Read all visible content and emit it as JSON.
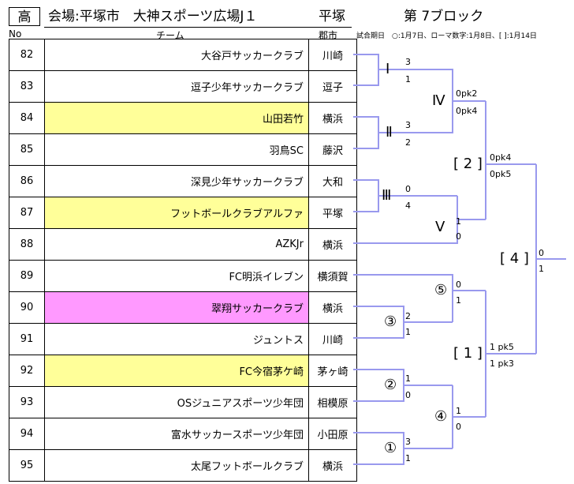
{
  "header": {
    "category": "高",
    "venue": "会場:平塚市　大神スポーツ広場J１",
    "city": "平塚",
    "block": "第 7ブロック",
    "col_no": "No",
    "col_team": "チーム",
    "col_city": "郡市",
    "legend": "試合期日　○:1月7日、ローマ数字:1月8日、[ ]:1月14日"
  },
  "teams": [
    {
      "no": "82",
      "name": "大谷戸サッカークラブ",
      "city": "川崎",
      "highlight": ""
    },
    {
      "no": "83",
      "name": "逗子少年サッカークラブ",
      "city": "逗子",
      "highlight": ""
    },
    {
      "no": "84",
      "name": "山田若竹",
      "city": "横浜",
      "highlight": "yellow"
    },
    {
      "no": "85",
      "name": "羽鳥SC",
      "city": "藤沢",
      "highlight": ""
    },
    {
      "no": "86",
      "name": "深見少年サッカークラブ",
      "city": "大和",
      "highlight": ""
    },
    {
      "no": "87",
      "name": "フットボールクラブアルファ",
      "city": "平塚",
      "highlight": "yellow"
    },
    {
      "no": "88",
      "name": "AZKJr",
      "city": "横浜",
      "highlight": ""
    },
    {
      "no": "89",
      "name": "FC明浜イレブン",
      "city": "横須賀",
      "highlight": ""
    },
    {
      "no": "90",
      "name": "翠翔サッカークラブ",
      "city": "横浜",
      "highlight": "pink"
    },
    {
      "no": "91",
      "name": "ジュントス",
      "city": "川崎",
      "highlight": ""
    },
    {
      "no": "92",
      "name": "FC今宿茅ケ崎",
      "city": "茅ヶ崎",
      "highlight": "yellow"
    },
    {
      "no": "93",
      "name": "OSジュニアスポーツ少年団",
      "city": "相模原",
      "highlight": ""
    },
    {
      "no": "94",
      "name": "富水サッカースポーツ少年団",
      "city": "小田原",
      "highlight": ""
    },
    {
      "no": "95",
      "name": "太尾フットボールクラブ",
      "city": "横浜",
      "highlight": ""
    }
  ],
  "bracket": {
    "line_color": "#9999ee",
    "rounds": {
      "r1": "Ⅰ",
      "r2": "Ⅱ",
      "r3": "Ⅲ",
      "r4": "Ⅳ",
      "r5": "Ⅴ",
      "c1": "①",
      "c2": "②",
      "c3": "③",
      "c4": "④",
      "c5": "⑤",
      "b1": "[ 1 ]",
      "b2": "[ 2 ]",
      "b4": "[ 4 ]"
    },
    "scores": {
      "I_top": "3",
      "I_bot": "1",
      "II_top": "3",
      "II_bot": "2",
      "III_top": "0",
      "III_bot": "4",
      "IV_top": "0pk2",
      "IV_bot": "0pk4",
      "V_top": "1",
      "V_bot": "0",
      "b2_top": "0pk4",
      "b2_bot": "0pk5",
      "c5_top": "0",
      "c5_bot": "1",
      "c3_top": "2",
      "c3_bot": "1",
      "c2_top": "1",
      "c2_bot": "0",
      "c4_top": "1",
      "c4_bot": "0",
      "c1_top": "3",
      "c1_bot": "1",
      "b1_top": "1 pk5",
      "b1_bot": "1 pk3",
      "b4_top": "0",
      "b4_bot": "1"
    }
  }
}
